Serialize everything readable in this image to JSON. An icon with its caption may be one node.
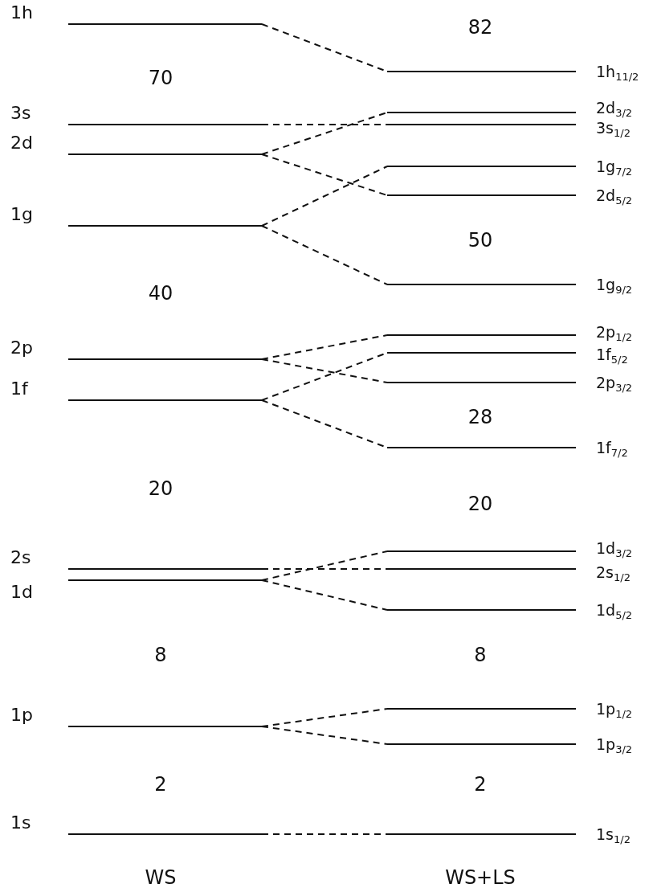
{
  "diagram": {
    "nodes": [
      {
        "text": [
          "1h"
        ]
      },
      {
        "text": [
          "3s"
        ]
      },
      {
        "text": [
          "2d"
        ]
      },
      {
        "text": [
          "1g"
        ]
      },
      {
        "text": [
          "2p"
        ]
      },
      {
        "text": [
          "1f"
        ]
      },
      {
        "text": [
          "2s"
        ]
      },
      {
        "text": [
          "1d"
        ]
      },
      {
        "text": [
          "1p"
        ]
      },
      {
        "text": [
          "1s"
        ]
      },
      {
        "text": [
          "1h$_{11/2}$"
        ]
      },
      {
        "text": [
          "2d$_{3/2}$"
        ]
      },
      {
        "text": [
          "3s$_{1/2}$"
        ]
      },
      {
        "text": [
          "1g$_{7/2}$"
        ]
      },
      {
        "text": [
          "2d$_{5/2}$"
        ]
      },
      {
        "text": [
          "1g$_{9/2}$"
        ]
      },
      {
        "text": [
          "2p$_{1/2}$"
        ]
      },
      {
        "text": [
          "1f$_{5/2}$"
        ]
      },
      {
        "text": [
          "2p$_{3/2}$"
        ]
      },
      {
        "text": [
          "1f$_{7/2}$"
        ]
      },
      {
        "text": [
          "1d$_{3/2}$"
        ]
      },
      {
        "text": [
          "2s$_{1/2}$"
        ]
      },
      {
        "text": [
          "1d$_{5/2}$"
        ]
      },
      {
        "text": [
          "1p$_{1/2}$"
        ]
      },
      {
        "text": [
          "1p$_{3/2}$"
        ]
      },
      {
        "text": [
          "1s$_{1/2}$"
        ]
      }
    ],
    "edges": [
      {
        "from": 0,
        "to": 10,
        "arrow": "none",
        "style": "dashed"
      },
      {
        "from": 1,
        "to": 12,
        "arrow": "none",
        "style": "dashed"
      },
      {
        "from": 2,
        "to": 11,
        "arrow": "none",
        "style": "dashed"
      },
      {
        "from": 2,
        "to": 14,
        "arrow": "none",
        "style": "dashed"
      },
      {
        "from": 3,
        "to": 13,
        "arrow": "none",
        "style": "dashed"
      },
      {
        "from": 3,
        "to": 15,
        "arrow": "none",
        "style": "dashed"
      },
      {
        "from": 4,
        "to": 16,
        "arrow": "none",
        "style": "dashed"
      },
      {
        "from": 4,
        "to": 18,
        "arrow": "none",
        "style": "dashed"
      },
      {
        "from": 5,
        "to": 17,
        "arrow": "none",
        "style": "dashed"
      },
      {
        "from": 5,
        "to": 19,
        "arrow": "none",
        "style": "dashed"
      },
      {
        "from": 6,
        "to": 21,
        "arrow": "none",
        "style": "dashed"
      },
      {
        "from": 7,
        "to": 20,
        "arrow": "none",
        "style": "dashed"
      },
      {
        "from": 7,
        "to": 22,
        "arrow": "none",
        "style": "dashed"
      },
      {
        "from": 8,
        "to": 23,
        "arrow": "none",
        "style": "dashed"
      },
      {
        "from": 8,
        "to": 24,
        "arrow": "none",
        "style": "dashed"
      },
      {
        "from": 9,
        "to": 25,
        "arrow": "none",
        "style": "dashed"
      }
    ],
    "labels": [
      "82",
      "70",
      "50",
      "40",
      "28",
      "20",
      "20",
      "8",
      "8",
      "2",
      "2",
      "WS",
      "WS+LS"
    ]
  }
}
